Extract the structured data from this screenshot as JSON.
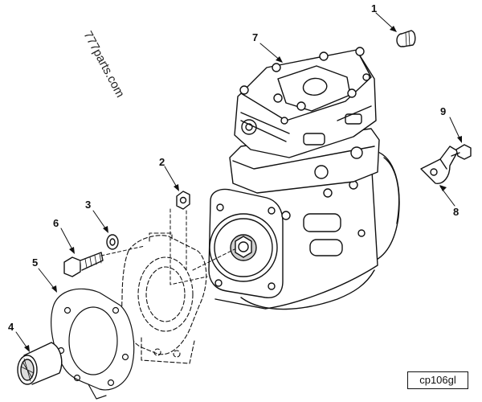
{
  "watermark": "777parts.com",
  "reference_code": "cp106gl",
  "callouts": [
    {
      "number": "1",
      "part": "plug"
    },
    {
      "number": "2",
      "part": "nut"
    },
    {
      "number": "3",
      "part": "washer"
    },
    {
      "number": "4",
      "part": "bushing"
    },
    {
      "number": "5",
      "part": "gasket"
    },
    {
      "number": "6",
      "part": "capscrew"
    },
    {
      "number": "7",
      "part": "air-compressor"
    },
    {
      "number": "8",
      "part": "bracket"
    },
    {
      "number": "9",
      "part": "screw"
    }
  ],
  "colors": {
    "line": "#111111",
    "background": "#ffffff",
    "shade": "#cfcfcf"
  }
}
